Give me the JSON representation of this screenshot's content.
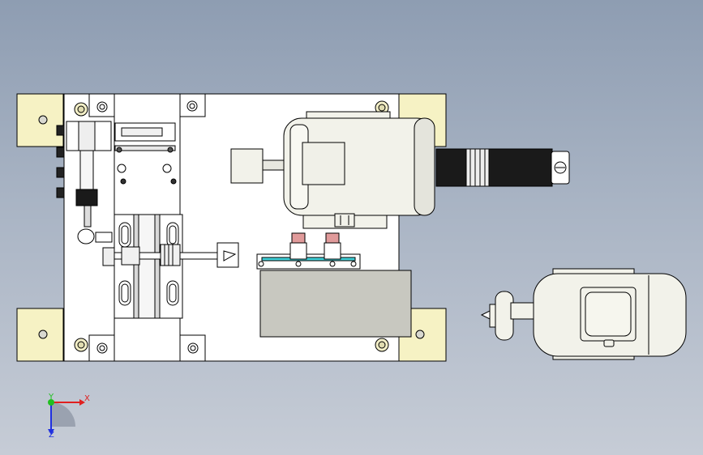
{
  "triad": {
    "x_label": "X",
    "y_label": "Y",
    "z_label": "Z",
    "x_color": "#e02020",
    "y_color": "#20c020",
    "z_color": "#2030e0"
  },
  "colors": {
    "background_top": "#8e9db2",
    "background_bottom": "#c6ccd6",
    "base_plate": "#ffffff",
    "corner_pads": "#f6f2c4",
    "motor_body": "#f2f2ea",
    "stepper_motor": "#1a1a1a",
    "cover_box": "#c8c8c0",
    "accent_pink": "#e09a9a",
    "accent_cyan": "#40d0d8"
  },
  "icons": [
    "axis-triad-icon",
    "motor-icon",
    "stepper-motor-icon",
    "pneumatic-cylinder-icon"
  ]
}
